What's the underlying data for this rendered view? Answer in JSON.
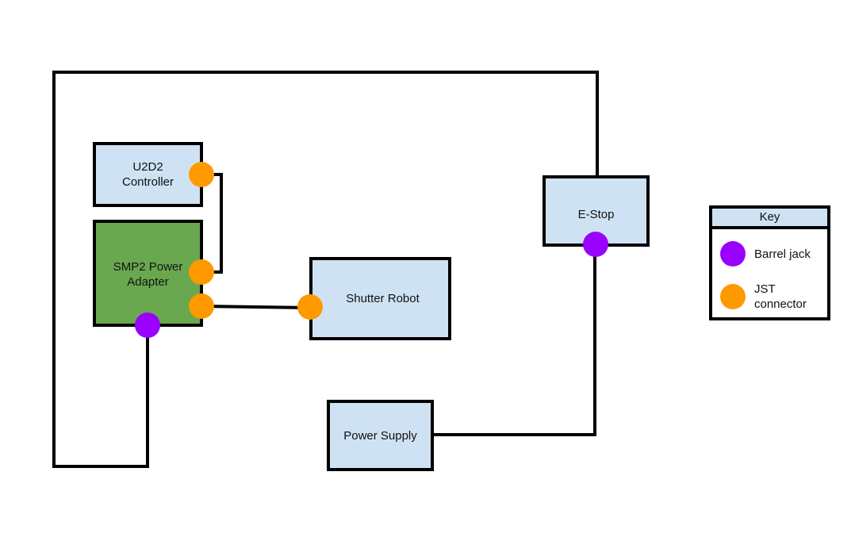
{
  "diagram": {
    "components": {
      "u2d2": {
        "label": "U2D2\nController",
        "line1": "U2D2",
        "line2": "Controller"
      },
      "smp2": {
        "line1": "SMP2 Power",
        "line2": "Adapter"
      },
      "shutter_robot": {
        "label": "Shutter Robot"
      },
      "estop": {
        "label": "E-Stop"
      },
      "power_supply": {
        "label": "Power Supply"
      }
    },
    "connections": [
      {
        "from": "U2D2 Controller",
        "to": "SMP2 Power Adapter",
        "type": "JST connector"
      },
      {
        "from": "SMP2 Power Adapter",
        "to": "Shutter Robot",
        "type": "JST connector"
      },
      {
        "from": "SMP2 Power Adapter",
        "to": "E-Stop",
        "type": "Barrel jack"
      },
      {
        "from": "E-Stop",
        "to": "Power Supply",
        "type": "Barrel jack"
      }
    ],
    "key": {
      "title": "Key",
      "items": [
        {
          "label": "Barrel jack",
          "color": "#9900ff"
        },
        {
          "label_line1": "JST",
          "label_line2": "connector",
          "color": "#ff9900"
        }
      ]
    },
    "colors": {
      "box_fill": "#cfe2f3",
      "adapter_fill": "#6aa84f",
      "barrel_jack": "#9900ff",
      "jst_connector": "#ff9900"
    }
  }
}
